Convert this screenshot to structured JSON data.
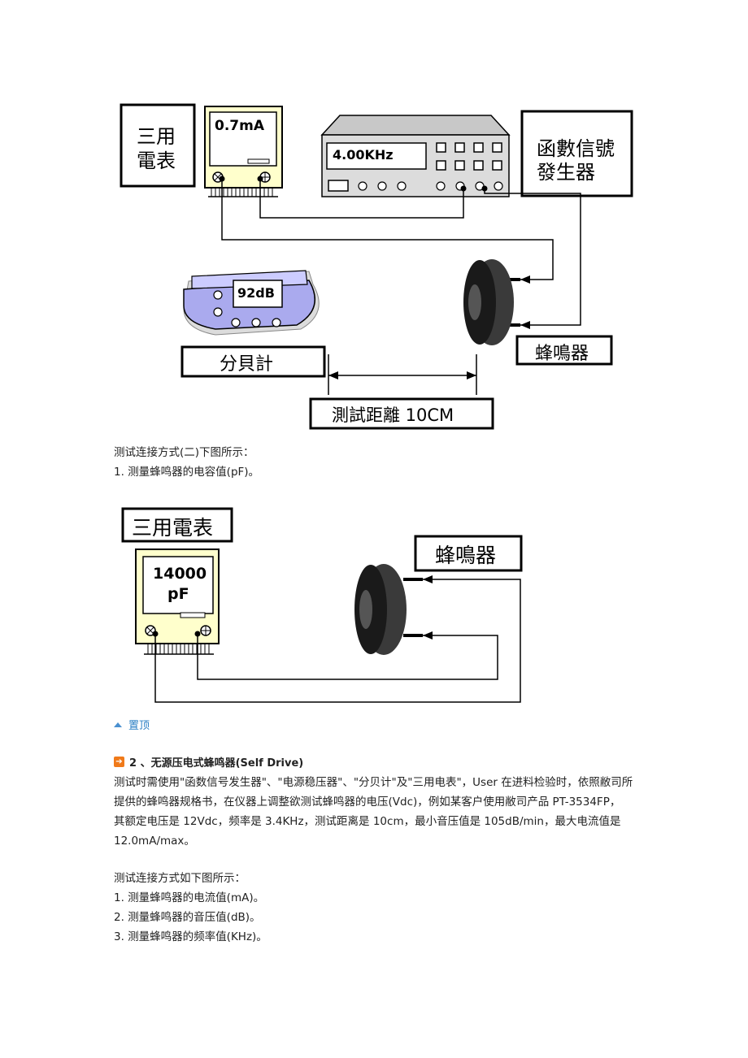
{
  "figure1": {
    "multimeter_label_line1": "三用",
    "multimeter_label_line2": "電表",
    "multimeter_reading": "0.7mA",
    "generator_reading": "4.00KHz",
    "generator_label_line1": "函數信號",
    "generator_label_line2": "發生器",
    "meter_reading": "92dB",
    "meter_label": "分貝計",
    "buzzer_label": "蜂鳴器",
    "distance_label": "測試距離 10CM"
  },
  "text1": {
    "line1": "测试连接方式(二)下图所示：",
    "line2": "1. 测量蜂鸣器的电容值(pF)。"
  },
  "figure2": {
    "multimeter_label": "三用電表",
    "reading_line1": "14000",
    "reading_line2": "pF",
    "buzzer_label": "蜂鳴器"
  },
  "nav": {
    "top_link": "置顶"
  },
  "section2": {
    "heading": "2 、无源压电式蜂鸣器(Self Drive)",
    "para_line1": "测试时需使用\"函数信号发生器\"、\"电源稳压器\"、\"分贝计\"及\"三用电表\"，User 在进料检验时，依照敝司所",
    "para_line2": "提供的蜂鸣器规格书，在仪器上调整欲测试蜂鸣器的电压(Vdc)，例如某客户使用敝司产品 PT-3534FP，",
    "para_line3": "其额定电压是 12Vdc，频率是 3.4KHz，测试距离是 10cm，最小音压值是 105dB/min，最大电流值是",
    "para_line4": "12.0mA/max。",
    "intro": "测试连接方式如下图所示：",
    "item1": "1. 测量蜂鸣器的电流值(mA)。",
    "item2": "2. 测量蜂鸣器的音压值(dB)。",
    "item3": "3. 测量蜂鸣器的频率值(KHz)。"
  }
}
